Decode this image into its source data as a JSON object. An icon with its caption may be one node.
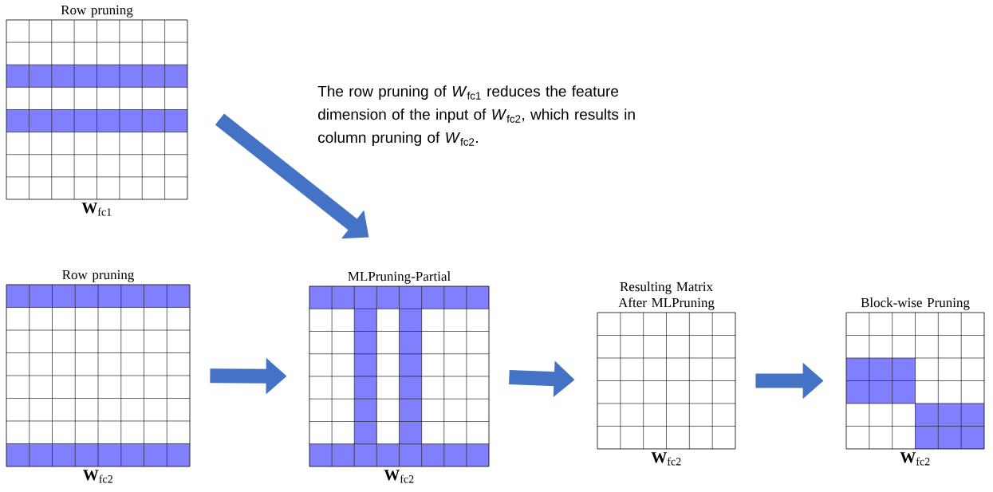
{
  "diagram": {
    "nodes": [
      {
        "text": [
          "Row pruning",
          "**W**$_{fc1}$"
        ]
      },
      {
        "text": [
          "Row pruning",
          "**W**$_{fc2}$"
        ]
      },
      {
        "text": [
          "MLPruning-Partial",
          "**W**$_{fc2}$"
        ]
      },
      {
        "text": [
          "Resulting Matrix After MLPruning",
          "**W**$_{fc2}$"
        ]
      },
      {
        "text": [
          "Block-wise Pruning",
          "**W**$_{fc2}$"
        ]
      }
    ],
    "edges": [
      {
        "from": 0,
        "to": 2,
        "arrow": "to"
      },
      {
        "from": 1,
        "to": 2,
        "arrow": "to"
      },
      {
        "from": 2,
        "to": 3,
        "arrow": "to"
      },
      {
        "from": 3,
        "to": 4,
        "arrow": "to"
      }
    ],
    "labels": [
      "The row pruning of *W*$_{fc1}$ reduces the feature dimension of the input of *W*$_{fc2}$, which results in column pruning of *W*$_{fc2}$."
    ]
  }
}
